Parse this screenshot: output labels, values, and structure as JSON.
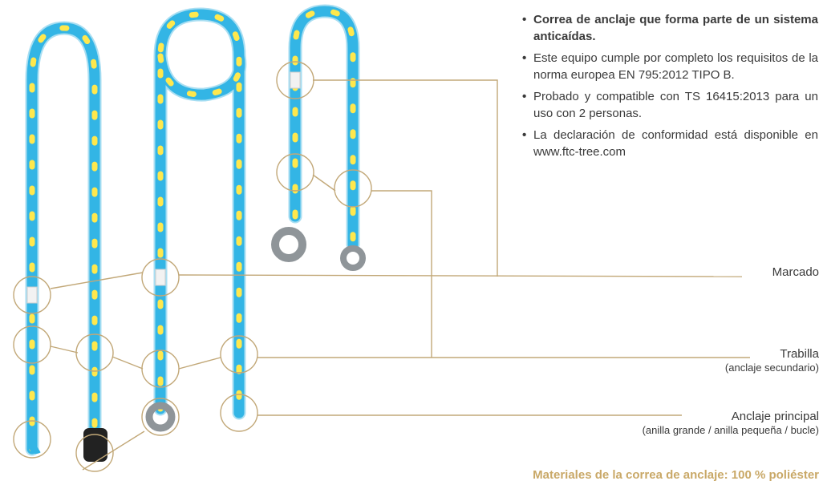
{
  "bullets": [
    {
      "text": "Correa de anclaje que forma parte de un sistema anticaídas.",
      "bold": true
    },
    {
      "text": "Este equipo cumple por completo los requisitos de la norma europea EN 795:2012 TIPO B.",
      "bold": false
    },
    {
      "text": "Probado y compatible con TS 16415:2013 para un uso con 2 personas.",
      "bold": false
    },
    {
      "text": "La declaración de conformidad está disponible en www.ftc-tree.com",
      "bold": false
    }
  ],
  "labels": {
    "marcado": {
      "title": "Marcado"
    },
    "trabilla": {
      "title": "Trabilla",
      "subtitle": "(anclaje secundario)"
    },
    "anclaje": {
      "title": "Anclaje principal",
      "subtitle": "(anilla grande / anilla pequeña / bucle)"
    }
  },
  "footer": "Materiales de la correa de anclaje: 100 % poliéster",
  "colors": {
    "strap": "#33b5e5",
    "strap_edge": "#a8def2",
    "trabilla": "#ffe84d",
    "callout": "#c2a878",
    "ring_grey": "#8f9599",
    "ring_black": "#222222",
    "footer": "#c9a867"
  }
}
